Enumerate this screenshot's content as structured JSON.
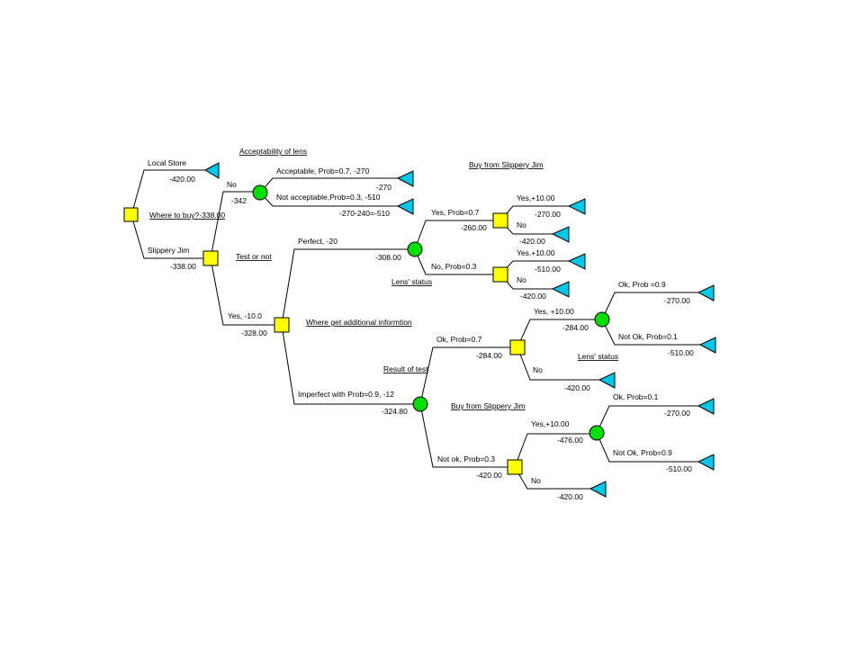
{
  "colors": {
    "decision": "#ffff00",
    "chance": "#00e000",
    "terminal": "#00c8e8",
    "line": "#000000"
  },
  "labels": {
    "root_title": "Where to buy?-338.00",
    "local_store": "Local Store",
    "local_store_val": "-420.00",
    "slippery_jim": "Slippery Jim",
    "slippery_jim_val": "-338.00",
    "acceptability": "Acceptability of lens",
    "no_branch": "No",
    "no_val": "-342",
    "acceptable": "Acceptable, Prob=0.7, -270",
    "acceptable_val": "-270",
    "not_acceptable": "Not acceptable,Prob=0.3, -510",
    "not_acceptable_val": "-270-240=-510",
    "test_or_not": "Test or not",
    "yes_test": "Yes, -10.0",
    "yes_test_val": "-328.00",
    "where_info": "Where get additional informtion",
    "perfect": "Perfect, -20",
    "perfect_val": "-308.00",
    "lens_status_1": "Lens' status",
    "buy_sj_1": "Buy from Slippery Jim",
    "yes_p07": "Yes, Prob=0.7",
    "yes_p07_val": "-260.00",
    "yes_p10_a": "Yes,+10.00",
    "yes_p10_a_val": "-270.00",
    "no_a": "No",
    "no_a_val": "-420.00",
    "no_p03": "No, Prob=0.3",
    "yes_p10_b": "Yes,+10.00",
    "yes_p10_b_val": "-510.00",
    "no_b": "No",
    "no_b_val": "-420.00",
    "imperfect": "Imperfect with Prob=0.9, -12",
    "imperfect_val": "-324.80",
    "result_of_test": "Result of test",
    "ok_p07": "Ok, Prob=0.7",
    "ok_p07_val": "-284.00",
    "yes_c": "Yes, +10.00",
    "yes_c_val": "-284.00",
    "ok_09": "Ok, Prob =0.9",
    "ok_09_val": "-270.00",
    "notok_01": "Not Ok, Prob=0.1",
    "notok_01_val": "-510.00",
    "lens_status_2": "Lens' status",
    "no_c": "No",
    "no_c_val": "-420.00",
    "buy_sj_2": "Buy from Slippery Jim",
    "notok_03": "Not ok, Prob=0.3",
    "notok_03_val": "-420.00",
    "yes_d": "Yes,+10.00",
    "yes_d_val": "-476.00",
    "ok_01": "Ok, Prob=0.1",
    "ok_01_val": "-270.00",
    "notok_09": "Not Ok, Prob=0.9",
    "notok_09_val": "-510.00",
    "no_d": "No",
    "no_d_val": "-420.00"
  }
}
